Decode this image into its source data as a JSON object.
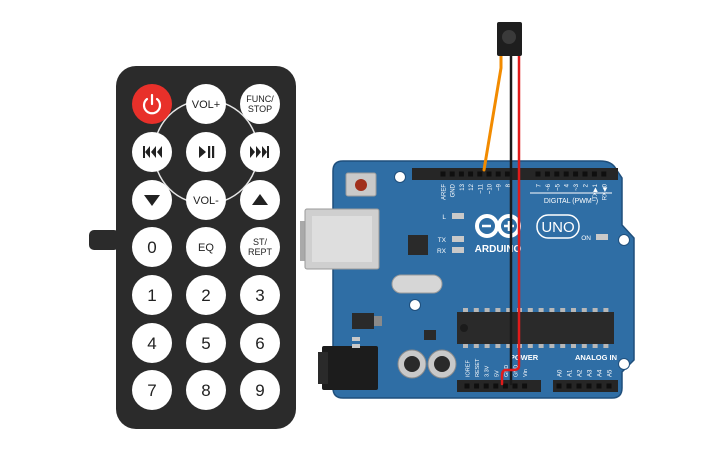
{
  "remote": {
    "buttons": [
      {
        "id": "power",
        "label": "",
        "icon": "power-icon"
      },
      {
        "id": "vol-up",
        "label": "VOL+"
      },
      {
        "id": "func-stop",
        "label": "FUNC/ STOP",
        "lines": [
          "FUNC/",
          "STOP"
        ]
      },
      {
        "id": "rewind",
        "label": "",
        "icon": "rewind-icon"
      },
      {
        "id": "play-pause",
        "label": "",
        "icon": "play-pause-icon"
      },
      {
        "id": "fast-forward",
        "label": "",
        "icon": "fast-forward-icon"
      },
      {
        "id": "down",
        "label": "",
        "icon": "arrow-down-icon"
      },
      {
        "id": "vol-down",
        "label": "VOL-"
      },
      {
        "id": "up",
        "label": "",
        "icon": "arrow-up-icon"
      },
      {
        "id": "num-0",
        "label": "0"
      },
      {
        "id": "eq",
        "label": "EQ"
      },
      {
        "id": "st-rept",
        "label": "ST/ REPT",
        "lines": [
          "ST/",
          "REPT"
        ]
      },
      {
        "id": "num-1",
        "label": "1"
      },
      {
        "id": "num-2",
        "label": "2"
      },
      {
        "id": "num-3",
        "label": "3"
      },
      {
        "id": "num-4",
        "label": "4"
      },
      {
        "id": "num-5",
        "label": "5"
      },
      {
        "id": "num-6",
        "label": "6"
      },
      {
        "id": "num-7",
        "label": "7"
      },
      {
        "id": "num-8",
        "label": "8"
      },
      {
        "id": "num-9",
        "label": "9"
      }
    ],
    "colors": {
      "body": "#2b2b2b",
      "power": "#e8302a",
      "button": "#ffffff",
      "ring": "#e6e6e6"
    }
  },
  "arduino": {
    "logo_text": "ARDUINO",
    "model": "UNO",
    "digital_label": "DIGITAL (PWM~)",
    "digital_pins": [
      "AREF",
      "GND",
      "13",
      "12",
      "~11",
      "~10",
      "~9",
      "8",
      "7",
      "~6",
      "~5",
      "4",
      "~3",
      "2",
      "TX▶1",
      "RX◀0"
    ],
    "led_labels": [
      "L",
      "TX",
      "RX"
    ],
    "on_label": "ON",
    "power_label": "POWER",
    "power_pins": [
      "IOREF",
      "RESET",
      "3.3V",
      "5V",
      "GND",
      "GND",
      "Vin"
    ],
    "analog_label": "ANALOG IN",
    "analog_pins": [
      "A0",
      "A1",
      "A2",
      "A3",
      "A4",
      "A5"
    ],
    "colors": {
      "board": "#2f6ea5",
      "board_edge": "#1f4f7c",
      "header": "#262626",
      "chip": "#2a2a2a"
    }
  },
  "wires": {
    "signal": {
      "color": "#f28b00",
      "pin": "~11"
    },
    "ground": {
      "color": "#1a1a1a",
      "pin": "GND"
    },
    "power": {
      "color": "#e01b1b",
      "pin": "5V"
    }
  }
}
